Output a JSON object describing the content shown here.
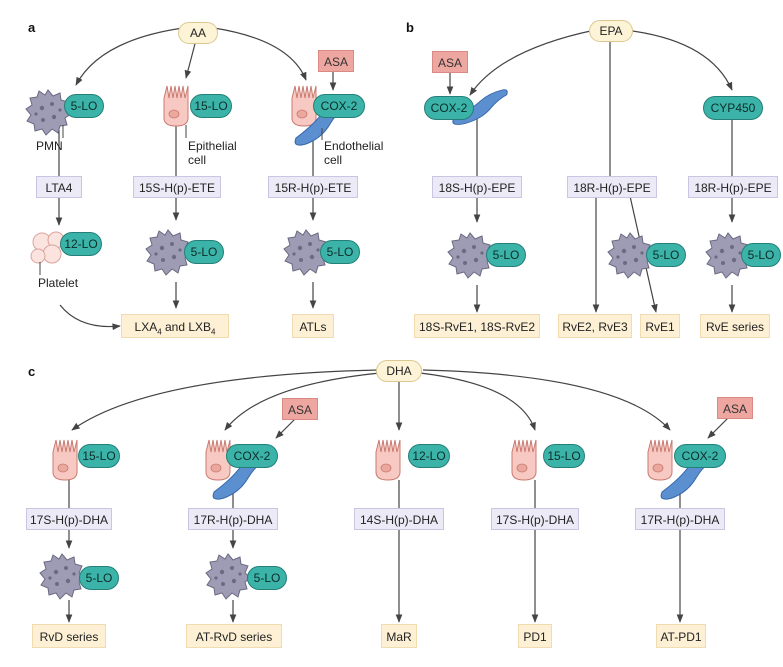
{
  "panels": {
    "a": "a",
    "b": "b",
    "c": "c"
  },
  "sources": {
    "aa": "AA",
    "epa": "EPA",
    "dha": "DHA"
  },
  "asa_label": "ASA",
  "enzymes": {
    "lo5": "5-LO",
    "lo15": "15-LO",
    "lo12": "12-LO",
    "cox2": "COX-2",
    "cyp450": "CYP450"
  },
  "cells": {
    "pmn": "PMN",
    "epithelial": "Epithelial cell",
    "endothelial": "Endothelial cell",
    "platelet": "Platelet"
  },
  "intermediates": {
    "lta4": "LTA4",
    "h15s_ete": "15S-H(p)-ETE",
    "h15r_ete": "15R-H(p)-ETE",
    "h18s_epe": "18S-H(p)-EPE",
    "h18r_epe": "18R-H(p)-EPE",
    "h17s_dha": "17S-H(p)-DHA",
    "h17r_dha": "17R-H(p)-DHA",
    "h14s_dha": "14S-H(p)-DHA"
  },
  "products": {
    "lxa_main": "LXA",
    "lxa_sub": "4",
    "lxa_and": " and LXB",
    "lxb_sub": "4",
    "atls": "ATLs",
    "rve_18s": "18S-RvE1, 18S-RvE2",
    "rve23": "RvE2, RvE3",
    "rve1": "RvE1",
    "rve_series": "RvE series",
    "rvd_series": "RvD series",
    "at_rvd_series": "AT-RvD series",
    "mar": "MaR",
    "pd1": "PD1",
    "at_pd1": "AT-PD1"
  },
  "colors": {
    "enzyme": "#3bb3a8",
    "asa": "#eea6a0",
    "intermediate": "#eceaf6",
    "product": "#fdf0d5",
    "epithelial": "#f7c9c2",
    "endothelial": "#5b8fd0",
    "leukocyte": "#8f8ea6"
  }
}
